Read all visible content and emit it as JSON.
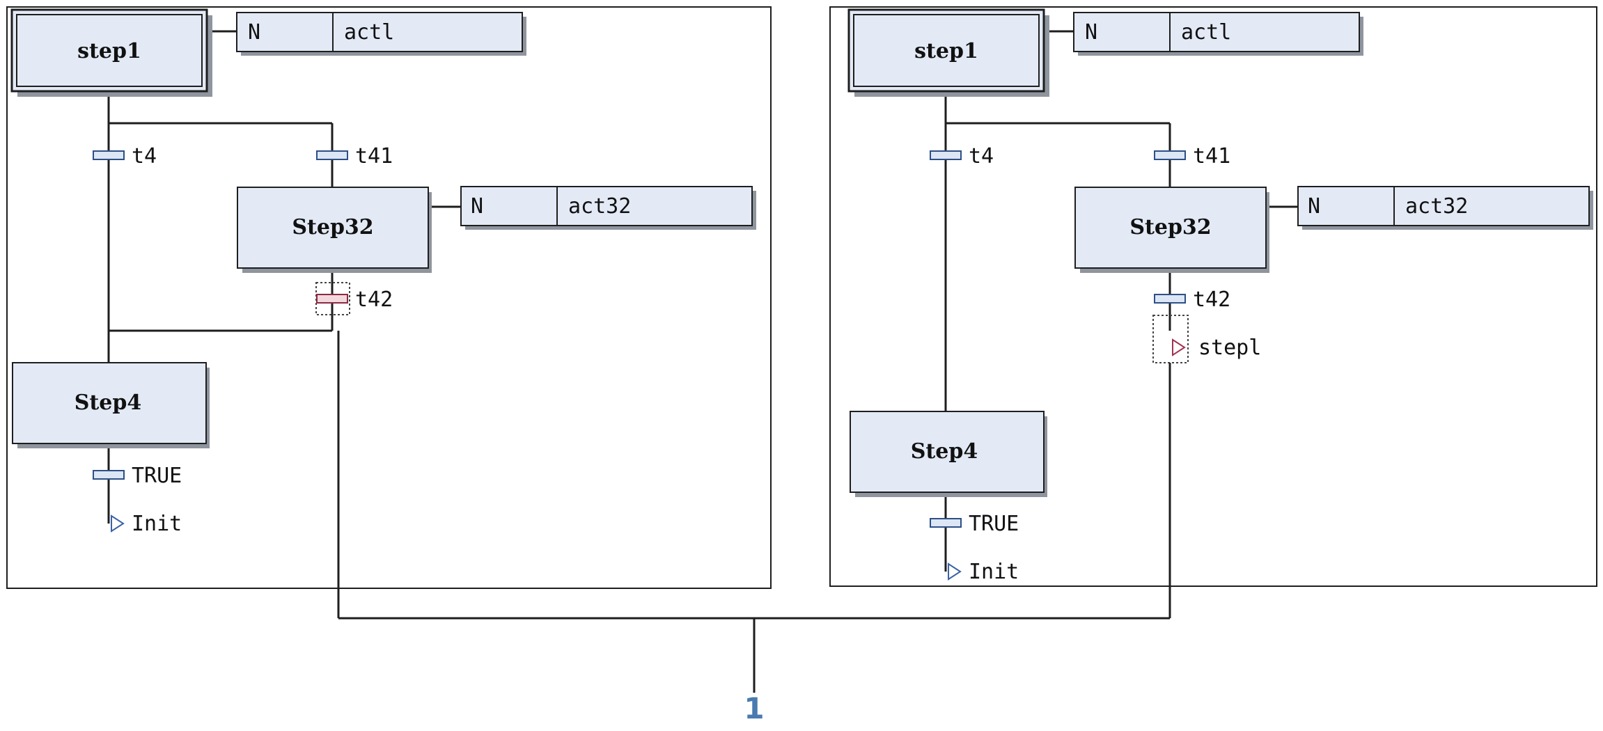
{
  "colors": {
    "box_fill": "#e3eaf6",
    "box_border": "#1e1e1e",
    "shadow": "#8f959e",
    "transition_fill": "#dce6f4",
    "transition_border": "#2d4f86",
    "selected_transition_fill": "#f3d8de",
    "selected_transition_border": "#8a2a44",
    "jump_arrow": "#3a62a8",
    "jump_arrow_selected": "#a1324f",
    "callout": "#4a7ab0"
  },
  "left_chart": {
    "steps": {
      "step1": "step1",
      "step32": "Step32",
      "step4": "Step4"
    },
    "actions": {
      "act1": {
        "qualifier": "N",
        "name": "actl"
      },
      "act32": {
        "qualifier": "N",
        "name": "act32"
      }
    },
    "transitions": {
      "t4": "t4",
      "t41": "t41",
      "t42": "t42",
      "true": "TRUE"
    },
    "jumps": {
      "init": "Init"
    }
  },
  "right_chart": {
    "steps": {
      "step1": "step1",
      "step32": "Step32",
      "step4": "Step4"
    },
    "actions": {
      "act1": {
        "qualifier": "N",
        "name": "actl"
      },
      "act32": {
        "qualifier": "N",
        "name": "act32"
      }
    },
    "transitions": {
      "t4": "t4",
      "t41": "t41",
      "t42": "t42",
      "true": "TRUE"
    },
    "jumps": {
      "step1": "stepl",
      "init": "Init"
    }
  },
  "callout": {
    "number": "1"
  }
}
